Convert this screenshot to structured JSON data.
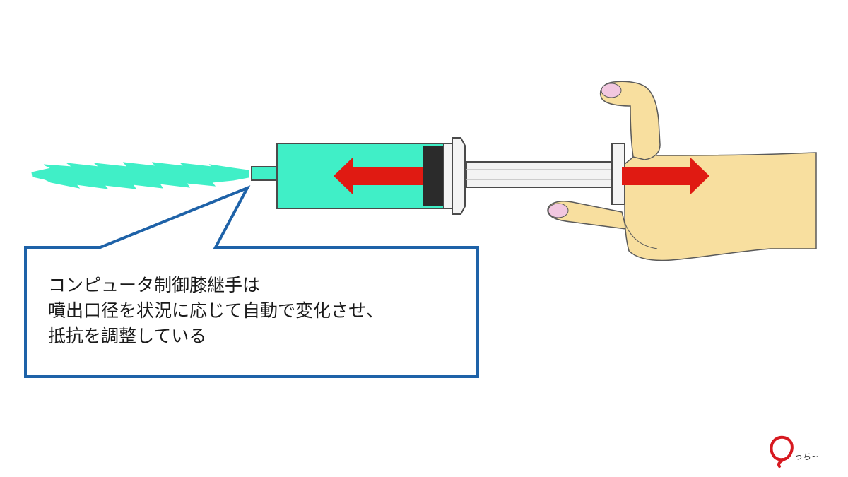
{
  "callout": {
    "lines": [
      "コンピュータ制御膝継手は",
      "噴出口径を状況に応じて自動で変化させ、",
      "抵抗を調整している"
    ]
  },
  "logo": {
    "text": "っち~"
  },
  "colors": {
    "liquid": "#40efc7",
    "arrow": "#e01a12",
    "hand": "#f8df9f",
    "nail": "#f2c7e0",
    "callout_border": "#1e62a8",
    "plunger_head": "#2b2b2b",
    "logo_red": "#d71920"
  },
  "icons": {
    "spray": "spray-jet-icon",
    "syringe": "syringe-icon",
    "hand": "hand-icon",
    "logo": "author-logo-icon"
  }
}
